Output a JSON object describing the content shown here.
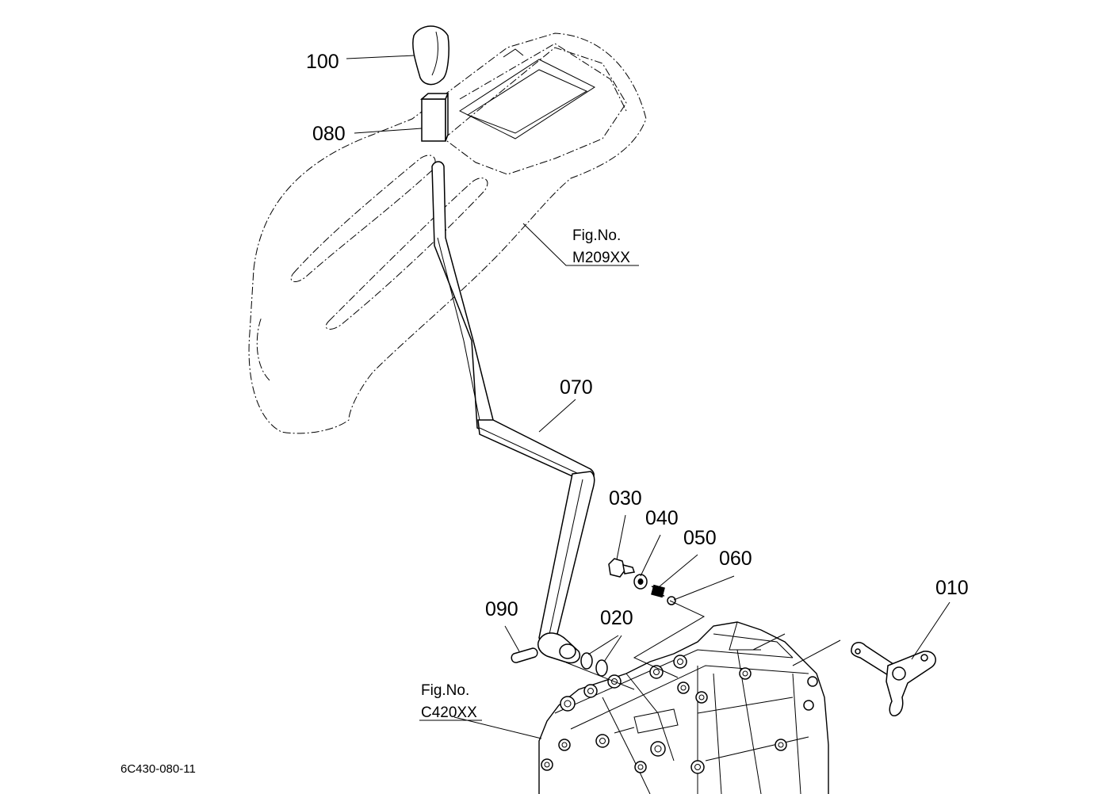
{
  "parts": {
    "p100": "100",
    "p080": "080",
    "p070": "070",
    "p030": "030",
    "p040": "040",
    "p050": "050",
    "p060": "060",
    "p010": "010",
    "p090": "090",
    "p020": "020"
  },
  "refs": {
    "m209_line1": "Fig.No.",
    "m209_line2": "M209XX",
    "c420_line1": "Fig.No.",
    "c420_line2": "C420XX"
  },
  "drawing_code": "6C430-080-11"
}
